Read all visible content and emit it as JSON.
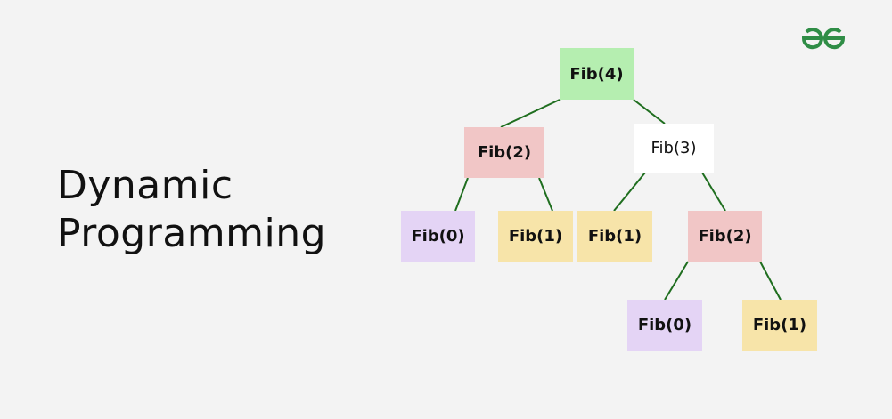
{
  "title": {
    "line1": "Dynamic",
    "line2": "Programming"
  },
  "logo": {
    "icon": "geeksforgeeks-logo-icon",
    "color": "#2f8d46"
  },
  "tree": {
    "edge_color": "#1f6e1f",
    "nodes": {
      "fib4": {
        "label": "Fib(4)",
        "color": "#b5eeb0"
      },
      "fib2_left": {
        "label": "Fib(2)",
        "color": "#f1c6c6"
      },
      "fib3": {
        "label": "Fib(3)",
        "color": "#ffffff"
      },
      "fib0_left": {
        "label": "Fib(0)",
        "color": "#e4d4f5"
      },
      "fib1_left": {
        "label": "Fib(1)",
        "color": "#f7e4a9"
      },
      "fib1_mid": {
        "label": "Fib(1)",
        "color": "#f7e4a9"
      },
      "fib2_right": {
        "label": "Fib(2)",
        "color": "#f1c6c6"
      },
      "fib0_bottom": {
        "label": "Fib(0)",
        "color": "#e4d4f5"
      },
      "fib1_bottom": {
        "label": "Fib(1)",
        "color": "#f7e4a9"
      }
    },
    "edges": [
      [
        "fib4",
        "fib2_left"
      ],
      [
        "fib4",
        "fib3"
      ],
      [
        "fib2_left",
        "fib0_left"
      ],
      [
        "fib2_left",
        "fib1_left"
      ],
      [
        "fib3",
        "fib1_mid"
      ],
      [
        "fib3",
        "fib2_right"
      ],
      [
        "fib2_right",
        "fib0_bottom"
      ],
      [
        "fib2_right",
        "fib1_bottom"
      ]
    ]
  }
}
